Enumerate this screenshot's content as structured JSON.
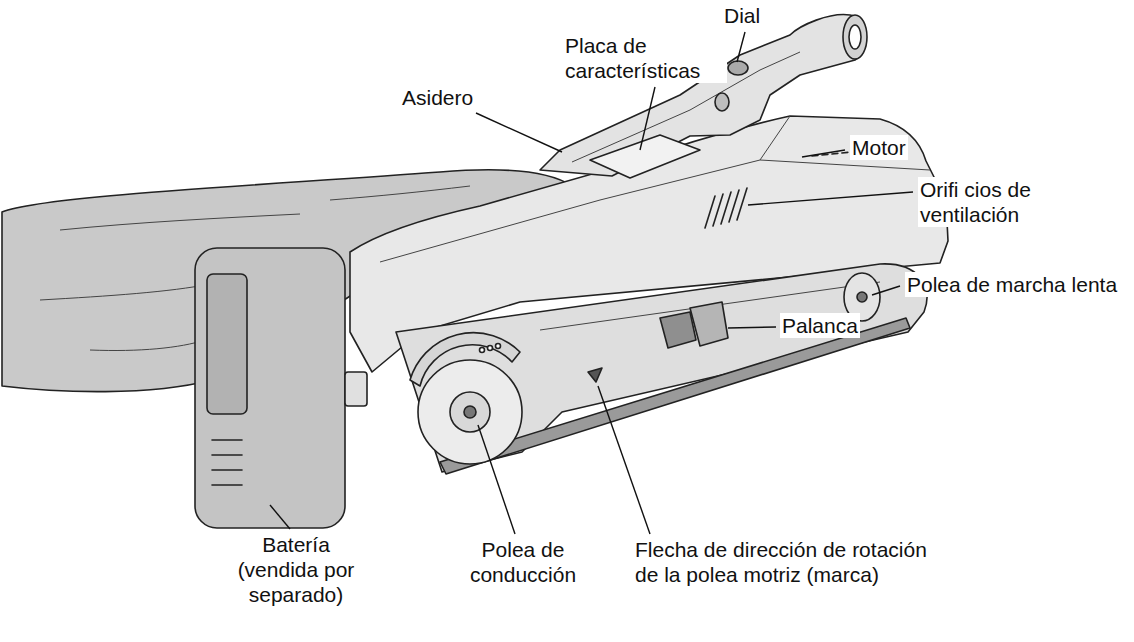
{
  "diagram": {
    "labels": [
      "Dial",
      "Placa de características",
      "Asidero",
      "Motor",
      "Orifi cios de ventilación",
      "Polea de marcha lenta",
      "Palanca",
      "Batería (vendida por separado)",
      "Polea de conducción",
      "Flecha de dirección de rotación de la polea motriz (marca)"
    ]
  }
}
